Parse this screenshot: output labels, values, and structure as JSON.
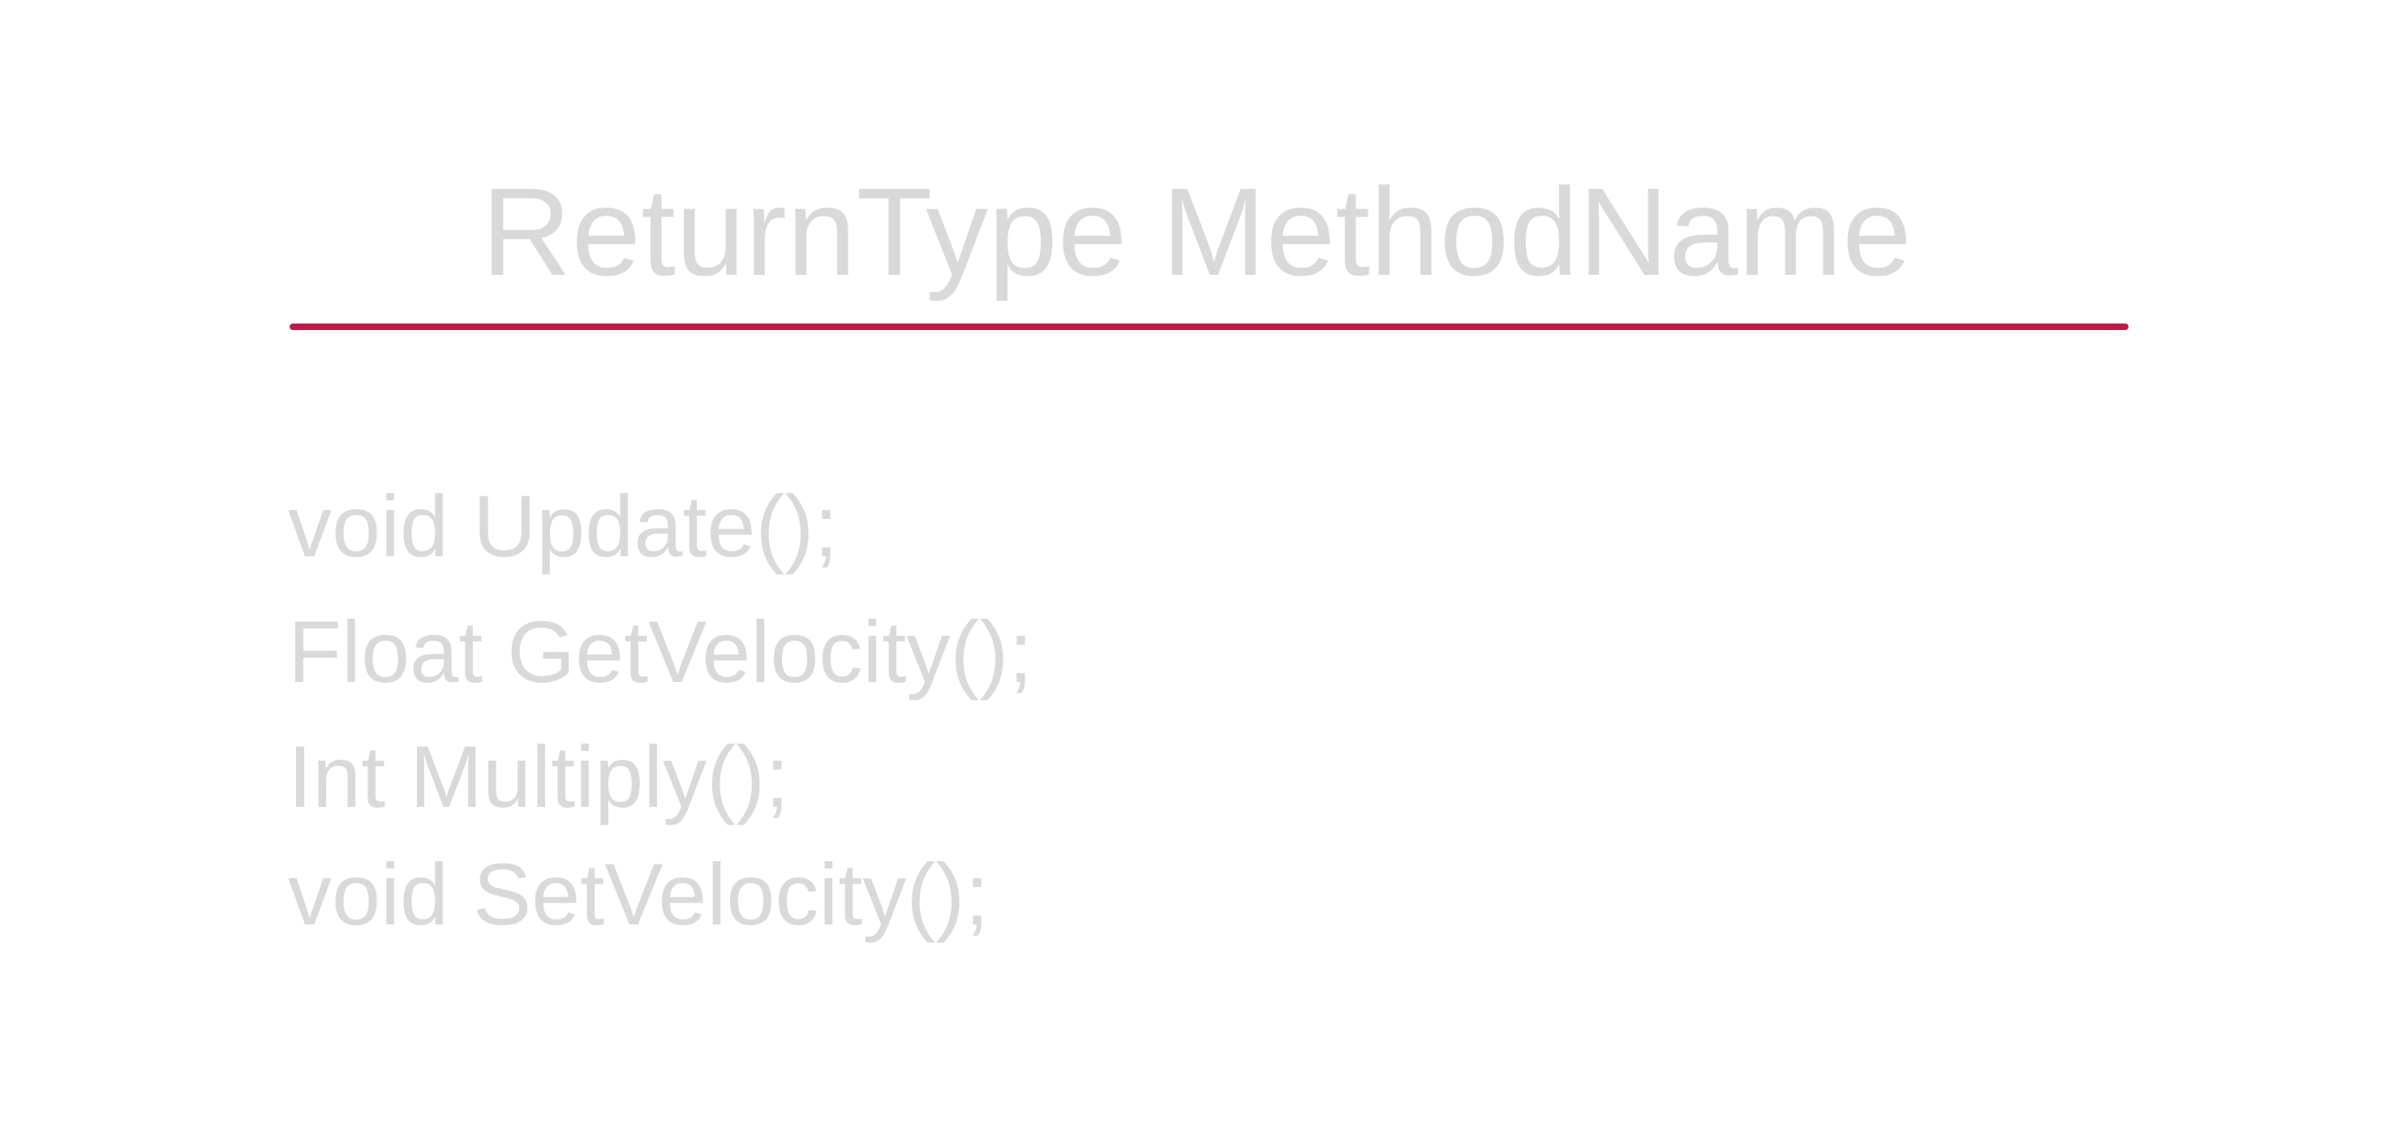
{
  "slide": {
    "title": "ReturnType MethodName",
    "lines": [
      "void Update();",
      "Float GetVelocity();",
      "Int Multiply();",
      "void SetVelocity();"
    ]
  },
  "colors": {
    "text": "#d9d9d9",
    "accent": "#be1a46",
    "background": "#ffffff"
  }
}
